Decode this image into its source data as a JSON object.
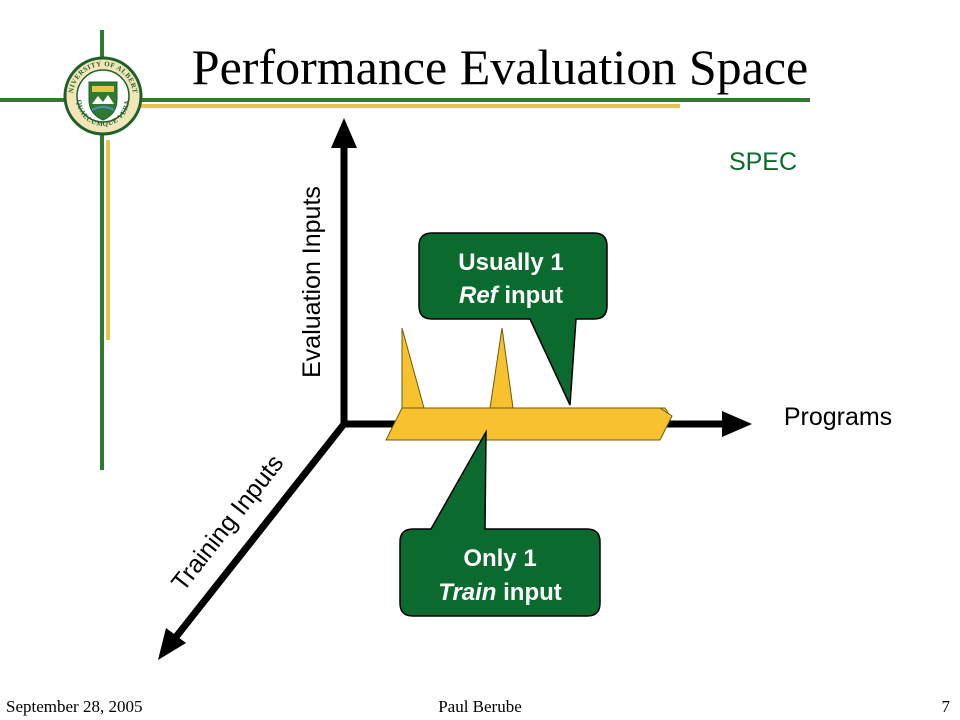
{
  "slide": {
    "title": "Performance Evaluation Space",
    "corner_label": "SPEC",
    "colors": {
      "accent_green": "#0b6b2f",
      "gold": "#f7c22e",
      "line_green": "#2f7a2f",
      "line_gold": "#e6c34a"
    }
  },
  "logo": {
    "name": "university-of-alberta-seal",
    "ring_text": "UNIVERSITY OF ALBERTA",
    "motto": "QUAECUMQUE VERA"
  },
  "axes": {
    "y_label": "Evaluation Inputs",
    "x_label": "Programs",
    "z_label": "Training Inputs"
  },
  "callouts": {
    "ref": {
      "line1": "Usually 1",
      "line2_emph": "Ref",
      "line2_rest": " input"
    },
    "train": {
      "line1": "Only 1",
      "line2_emph": "Train",
      "line2_rest": " input"
    }
  },
  "footer": {
    "date": "September 28, 2005",
    "author": "Paul Berube",
    "page": "7"
  }
}
